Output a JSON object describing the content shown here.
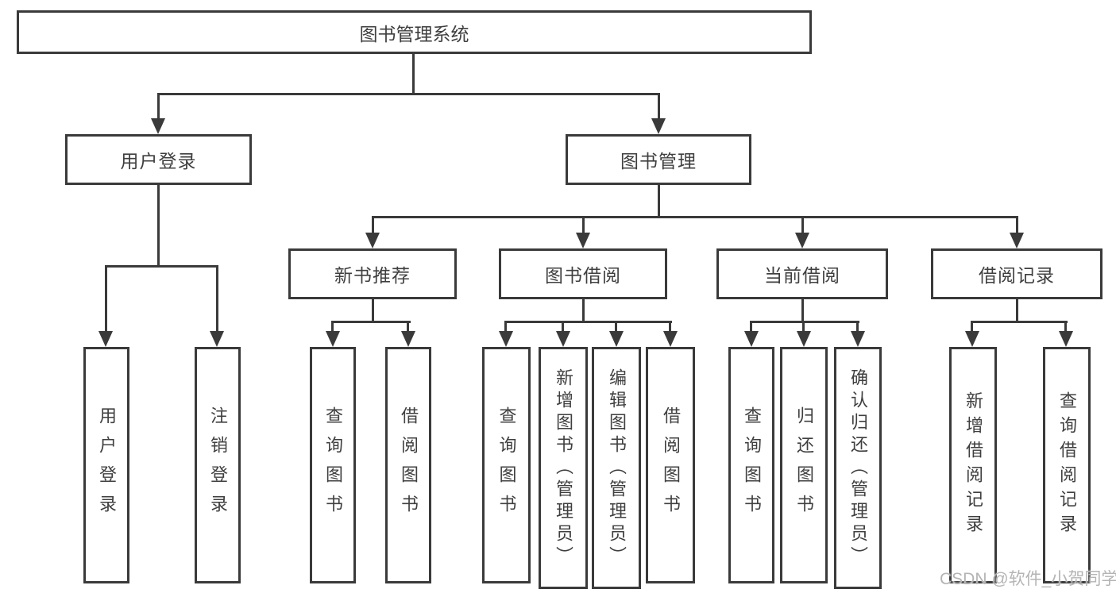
{
  "diagram": {
    "root": {
      "label": "图书管理系统"
    },
    "level1": [
      {
        "label": "用户登录"
      },
      {
        "label": "图书管理"
      }
    ],
    "level2": [
      {
        "label": "新书推荐"
      },
      {
        "label": "图书借阅"
      },
      {
        "label": "当前借阅"
      },
      {
        "label": "借阅记录"
      }
    ],
    "leaves": [
      {
        "label": "用户登录",
        "parent": "用户登录"
      },
      {
        "label": "注销登录",
        "parent": "用户登录"
      },
      {
        "label": "查询图书",
        "parent": "新书推荐"
      },
      {
        "label": "借阅图书",
        "parent": "新书推荐"
      },
      {
        "label": "查询图书",
        "parent": "图书借阅"
      },
      {
        "label": "新增图书（管理员）",
        "parent": "图书借阅"
      },
      {
        "label": "编辑图书（管理员）",
        "parent": "图书借阅"
      },
      {
        "label": "借阅图书",
        "parent": "图书借阅"
      },
      {
        "label": "查询图书",
        "parent": "当前借阅"
      },
      {
        "label": "归还图书",
        "parent": "当前借阅"
      },
      {
        "label": "确认归还（管理员）",
        "parent": "当前借阅"
      },
      {
        "label": "新增借阅记录",
        "parent": "借阅记录"
      },
      {
        "label": "查询借阅记录",
        "parent": "借阅记录"
      }
    ],
    "colors": {
      "line": "#3a3a3a",
      "text": "#3f3f3f",
      "background": "#ffffff",
      "watermark": "#b4b4b4"
    }
  },
  "watermark": {
    "text": "CSDN @软件_小贺同学"
  }
}
